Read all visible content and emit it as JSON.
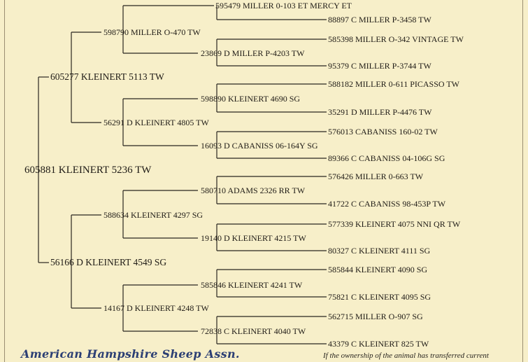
{
  "pedigree": {
    "subject": "605881 KLEINERT 5236 TW",
    "sire": "605277 KLEINERT 5113 TW",
    "dam": "56166 D KLEINERT 4549 SG",
    "grandparents": [
      "598790 MILLER O-470 TW",
      "56291 D KLEINERT 4805 TW",
      "588634 KLEINERT 4297 SG",
      "14167 D KLEINERT 4248 TW"
    ],
    "great_grandparents": [
      "595479 MILLER 0-103 ET MERCY ET",
      "23869 D MILLER P-4203 TW",
      "598890 KLEINERT 4690 SG",
      "16093 D CABANISS 06-164Y SG",
      "580710 ADAMS 2326 RR TW",
      "19140 D KLEINERT 4215 TW",
      "585846 KLEINERT 4241 TW",
      "72838 C KLEINERT 4040 TW"
    ],
    "g4": [
      "88897 C MILLER P-3458 TW",
      "585398 MILLER O-342 VINTAGE TW",
      "95379 C MILLER P-3744 TW",
      "588182 MILLER 0-611 PICASSO TW",
      "35291 D MILLER P-4476 TW",
      "576013 CABANISS 160-02 TW",
      "89366 C CABANISS 04-106G SG",
      "576426 MILLER 0-663 TW",
      "41722 C CABANISS 98-453P TW",
      "577339 KLEINERT 4075 NNI QR TW",
      "80327 C KLEINERT 4111 SG",
      "585844 KLEINERT 4090 SG",
      "75821 C KLEINERT 4095 SG",
      "562715 MILLER O-907 SG",
      "43379 C KLEINERT 825 TW"
    ]
  },
  "footer": {
    "association": "American Hampshire Sheep Assn.",
    "note": "If the ownership of the animal has transferred current"
  }
}
